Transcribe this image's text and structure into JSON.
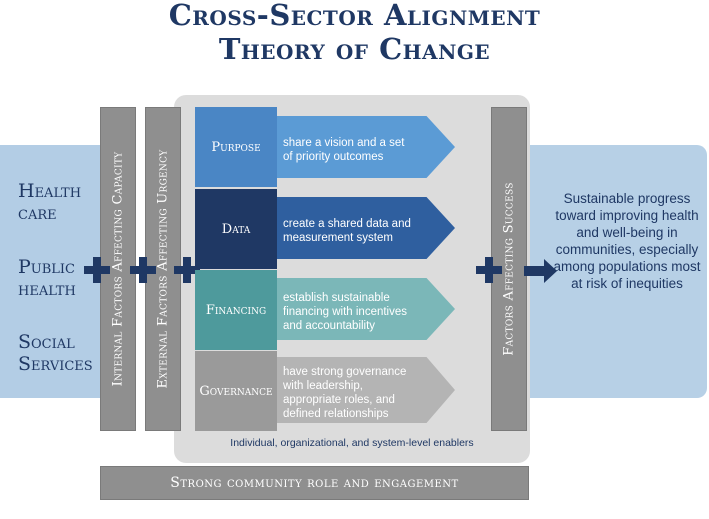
{
  "title": {
    "line1": "Cross-Sector Alignment",
    "line2": "Theory of Change"
  },
  "sectors": [
    {
      "line1": "Health",
      "line2": "care"
    },
    {
      "line1": "Public",
      "line2": "health"
    },
    {
      "line1": "Social",
      "line2": "Services"
    }
  ],
  "bars": {
    "internal": "Internal Factors Affecting Capacity",
    "external": "External Factors Affecting Urgency",
    "success": "Factors Affecting Success"
  },
  "components": [
    {
      "name": "Purpose",
      "description": "share a vision and a set of priority outcomes",
      "box_color": "#4a86c5",
      "arrow_color": "#5b9bd5"
    },
    {
      "name": "Data",
      "description": "create a shared data and measurement system",
      "box_color": "#1f3864",
      "arrow_color": "#2f5f9f"
    },
    {
      "name": "Financing",
      "description": "establish sustainable financing with incentives and accountability",
      "box_color": "#4e9a9c",
      "arrow_color": "#7bb7b8"
    },
    {
      "name": "Governance",
      "description": "have strong governance with leadership, appropriate roles, and defined relationships",
      "box_color": "#9a9a9a",
      "arrow_color": "#b4b4b4"
    }
  ],
  "enablers": "Individual, organizational, and system-level enablers",
  "community": "Strong community role and engagement",
  "outcome": "Sustainable progress toward improving health and well-being in communities, especially among populations most at risk of inequities",
  "colors": {
    "navy": "#1f3864",
    "light_blue_band": "#b3cde5",
    "gray_bar": "#8f8f8f",
    "center_panel": "#dcdcdc"
  }
}
